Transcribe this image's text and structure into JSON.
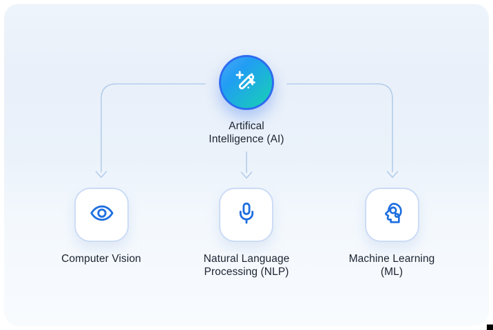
{
  "colors": {
    "page_background": "#ffffff",
    "card_background_top": "#edf3fb",
    "card_background_bottom": "#f8fbfe",
    "root_node_gradient_start": "#3ba4f6",
    "root_node_gradient_end": "#17d3b2",
    "root_node_ring": "#2e6cf0",
    "icon_blue": "#1e6fe0",
    "connector_line": "#b3cdeb",
    "child_box_border": "#ccdcf6",
    "label_text": "#1b2330"
  },
  "diagram": {
    "root": {
      "icon": "wand-sparkles-icon",
      "label_line1": "Artifical",
      "label_line2": "Intelligence (AI)"
    },
    "children": [
      {
        "icon": "eye-icon",
        "label_line1": "Computer Vision",
        "label_line2": ""
      },
      {
        "icon": "microphone-icon",
        "label_line1": "Natural Language",
        "label_line2": "Processing (NLP)"
      },
      {
        "icon": "head-circuit-icon",
        "label_line1": "Machine Learning",
        "label_line2": "(ML)"
      }
    ]
  }
}
